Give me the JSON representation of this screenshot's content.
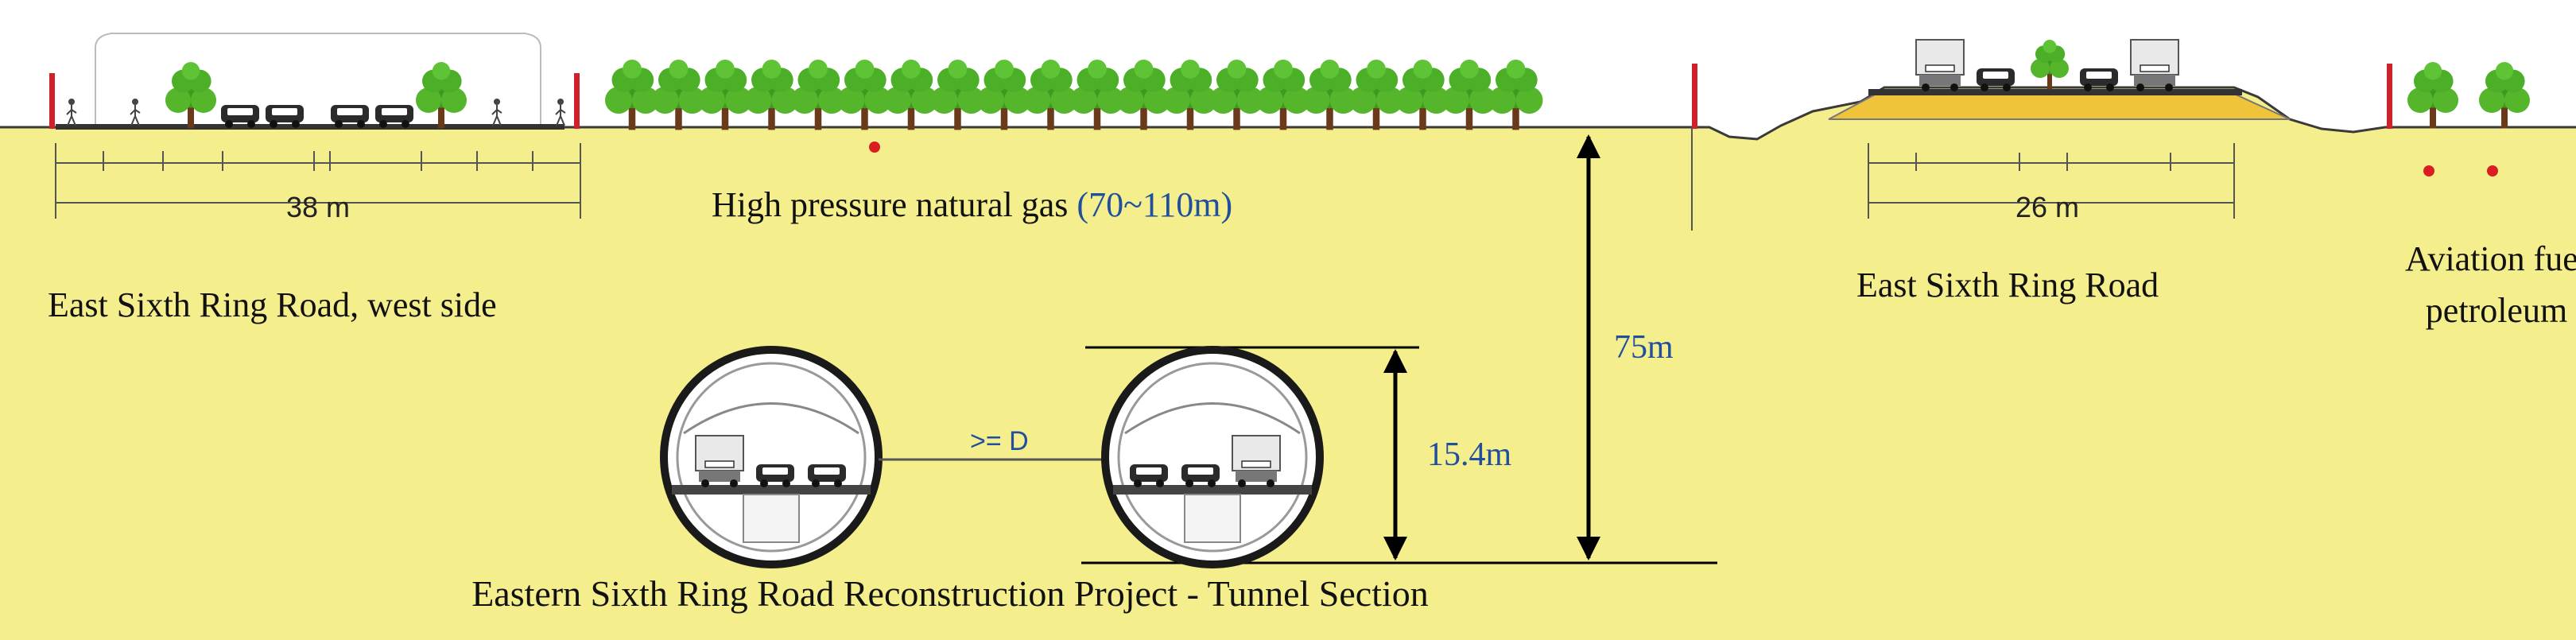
{
  "labels": {
    "west_road": "East Sixth Ring Road, west side",
    "east_road": "East Sixth Ring Road",
    "gas_prefix": "High pressure natural gas ",
    "gas_range": "(70~110m)",
    "aviation_line1": "Aviation fuel",
    "aviation_line2": "petroleum",
    "depth": "75m",
    "diameter": "15.4m",
    "spacing": ">= D",
    "caption": "Eastern Sixth Ring Road Reconstruction Project - Tunnel Section",
    "west_width": "38 m",
    "east_width": "26 m"
  },
  "colors": {
    "soil": "#f5ee8c",
    "tree": "#4caf28",
    "pole": "#d0202a",
    "dimension_blue": "#1f4f9e",
    "embankment": "#efc33a"
  },
  "icons": [
    "tree-icon",
    "car-icon",
    "truck-icon",
    "pedestrian-icon",
    "pipeline-marker-icon"
  ]
}
